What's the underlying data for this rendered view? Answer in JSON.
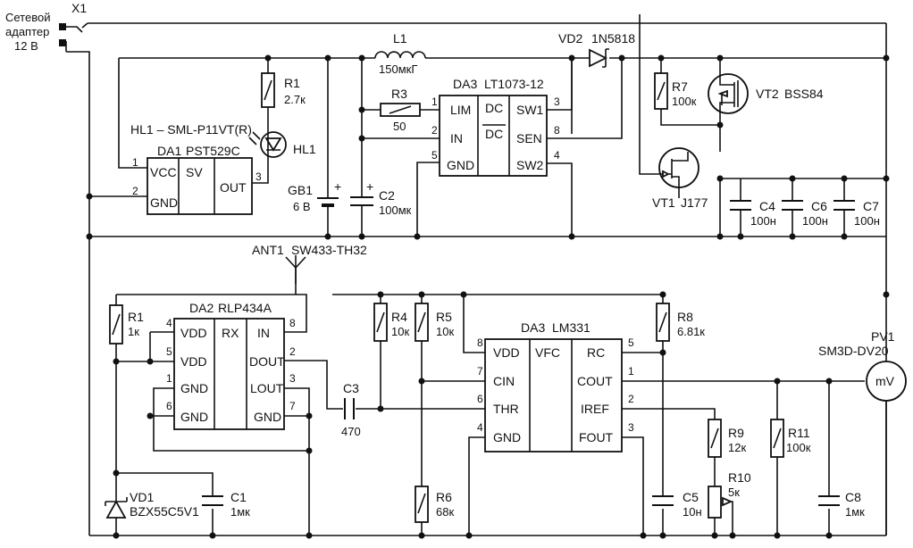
{
  "connector": {
    "ref": "X1",
    "label1": "Сетевой",
    "label2": "адаптер",
    "label3": "12 В"
  },
  "inductor": {
    "ref": "L1",
    "value": "150мкГ"
  },
  "diode_vd2": {
    "ref": "VD2",
    "value": "1N5818"
  },
  "transistor_vt2": {
    "ref": "VT2",
    "value": "BSS84"
  },
  "transistor_vt1": {
    "ref": "VT1",
    "value": "J177"
  },
  "caption_hl1": "HL1 – SML-P11VT(R)",
  "da1": {
    "ref": "DA1",
    "part": "PST529C",
    "vcc": "VCC",
    "sv": "SV",
    "gnd": "GND",
    "out": "OUT",
    "p1": "1",
    "p2": "2",
    "p3": "3"
  },
  "da3_top": {
    "ref": "DA3",
    "part": "LT1073-12",
    "lim": "LIM",
    "in": "IN",
    "gnd": "GND",
    "dc1": "DC",
    "dc2": "DC",
    "sw1": "SW1",
    "sen": "SEN",
    "sw2": "SW2",
    "p1": "1",
    "p2": "2",
    "p5": "5",
    "p3": "3",
    "p8": "8",
    "p4": "4"
  },
  "led": {
    "ref": "HL1"
  },
  "resistors": {
    "r1_top": {
      "ref": "R1",
      "value": "2.7к"
    },
    "r3": {
      "ref": "R3",
      "value": "50"
    },
    "r7": {
      "ref": "R7",
      "value": "100к"
    },
    "r1_bot": {
      "ref": "R1",
      "value": "1к"
    },
    "r4": {
      "ref": "R4",
      "value": "10к"
    },
    "r5": {
      "ref": "R5",
      "value": "10к"
    },
    "r6": {
      "ref": "R6",
      "value": "68к"
    },
    "r8": {
      "ref": "R8",
      "value": "6.81к"
    },
    "r9": {
      "ref": "R9",
      "value": "12к"
    },
    "r10": {
      "ref": "R10",
      "value": "5к"
    },
    "r11": {
      "ref": "R11",
      "value": "100к"
    }
  },
  "capacitors": {
    "c2": {
      "ref": "C2",
      "value": "100мк"
    },
    "c4": {
      "ref": "C4",
      "value": "100н"
    },
    "c6": {
      "ref": "C6",
      "value": "100н"
    },
    "c7": {
      "ref": "C7",
      "value": "100н"
    },
    "c3": {
      "ref": "C3",
      "value": "470"
    },
    "c1": {
      "ref": "C1",
      "value": "1мк"
    },
    "c5": {
      "ref": "C5",
      "value": "10н"
    },
    "c8": {
      "ref": "C8",
      "value": "1мк"
    }
  },
  "battery": {
    "ref": "GB1",
    "value": "6 В",
    "plus": "+"
  },
  "c2_plus": "+",
  "antenna": {
    "ref": "ANT1",
    "value": "SW433-TH32"
  },
  "da2": {
    "ref": "DA2",
    "part": "RLP434A",
    "vdd": "VDD",
    "gnd": "GND",
    "rx": "RX",
    "in": "IN",
    "dout": "DOUT",
    "lout": "LOUT",
    "p4": "4",
    "p5": "5",
    "p1": "1",
    "p6": "6",
    "p8": "8",
    "p2": "2",
    "p3": "3",
    "p7": "7"
  },
  "da3_bot": {
    "ref": "DA3",
    "part": "LM331",
    "vdd": "VDD",
    "cin": "CIN",
    "thr": "THR",
    "gnd": "GND",
    "vfc": "VFC",
    "rc": "RC",
    "cout": "COUT",
    "iref": "IREF",
    "fout": "FOUT",
    "p8": "8",
    "p7": "7",
    "p6": "6",
    "p4": "4",
    "p5": "5",
    "p1": "1",
    "p2": "2",
    "p3": "3"
  },
  "vd1": {
    "ref": "VD1",
    "value": "BZX55C5V1"
  },
  "meter": {
    "ref": "PV1",
    "value": "SM3D-DV20",
    "unit": "mV"
  }
}
